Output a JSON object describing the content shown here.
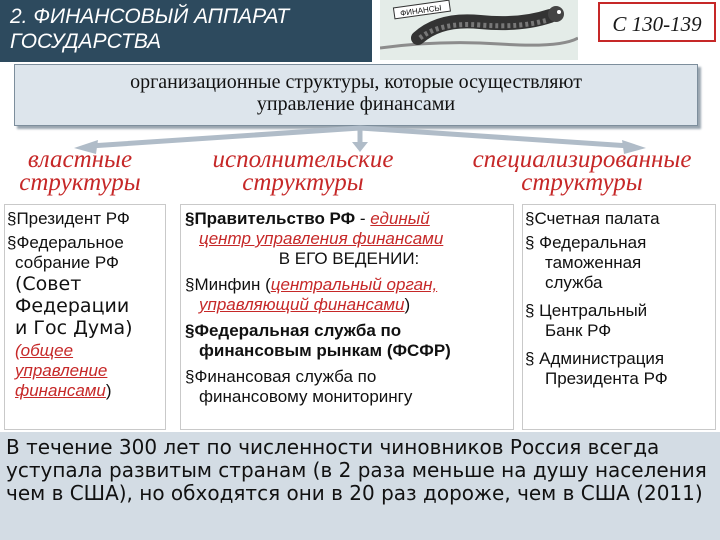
{
  "header": {
    "title": "2. ФИНАНСОВЫЙ АППАРАТ\n  ГОСУДАРСТВА",
    "pages": "С 130-139",
    "picture_sign": "ФИНАНСЫ"
  },
  "definition": "организационные структуры, которые осуществляют\nуправление финансами",
  "categories": {
    "power": "властные\nструктуры",
    "executive": "исполнительские\nструктуры",
    "specialized": "специализированные\nструктуры"
  },
  "col1": {
    "item1": "§Президент РФ",
    "item2a": "§Федеральное",
    "item2b": "собрание РФ",
    "paren1": "(Совет",
    "paren2": "Федерации",
    "paren3": "и Гос Дума)",
    "note1": "(общее",
    "note2": "управление",
    "note3": "финансами",
    "note_close": ")"
  },
  "col2": {
    "gov_bold": "§Правительство РФ",
    "gov_dash": " - ",
    "gov_red1": "единый",
    "gov_red2": "центр управления финансами",
    "gov_under": "В ЕГО ВЕДЕНИИ:",
    "minfin": "§Минфин",
    "minfin_open": " (",
    "minfin_red1": "центральный орган,",
    "minfin_red2": "управляющий финансами",
    "minfin_close": ")",
    "fsfr1": "§Федеральная служба по",
    "fsfr2": "финансовым рынкам (ФСФР)",
    "fin1": "§Финансовая служба по",
    "fin2": "финансовому мониторингу"
  },
  "col3": {
    "i1": "§Счетная палата",
    "i2a": "§ Федеральная",
    "i2b": "таможенная",
    "i2c": "служба",
    "i3a": "§ Центральный",
    "i3b": "Банк РФ",
    "i4a": "§ Администрация",
    "i4b": "Президента РФ"
  },
  "footer": {
    "text": "В течение 300 лет по численности чиновников Россия всегда уступала развитым странам (в 2 раза меньше на душу населения чем в США), но обходятся они в 20 раз дороже, чем в США (2011)"
  },
  "colors": {
    "accent_red": "#c62828",
    "title_bg": "#2d4a5e",
    "box_bg": "#dde5ec",
    "footer_bg": "#d3dce4",
    "arrow": "#b0bcc8"
  }
}
